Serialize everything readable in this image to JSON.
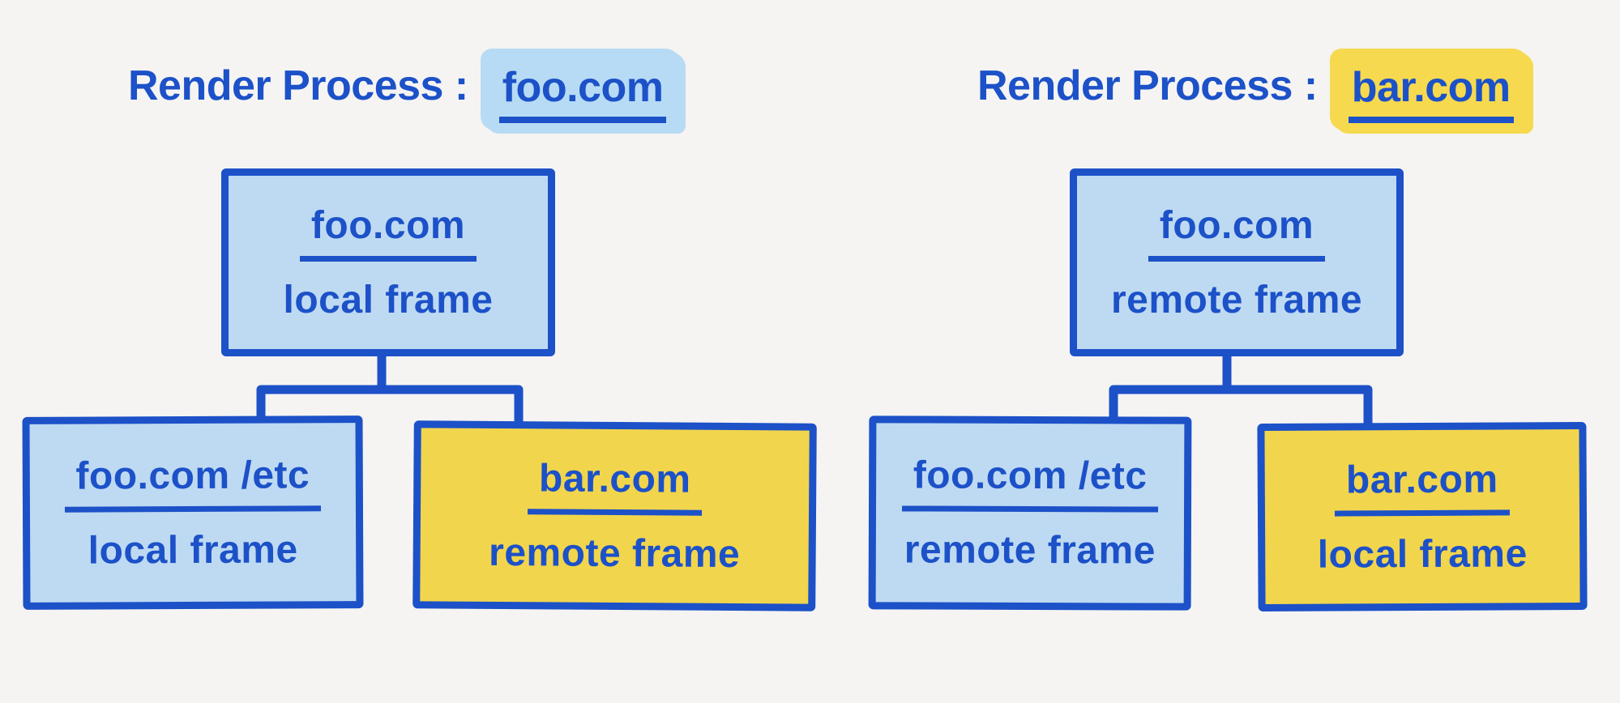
{
  "colors": {
    "ink_blue": "#1c51c8",
    "light_blue_fill": "#bedaf2",
    "yellow_fill": "#f1d54d",
    "highlight_blue": "#b7dbf4",
    "highlight_yellow": "#f6d94e",
    "background": "#f5f4f2"
  },
  "diagrams": [
    {
      "title_prefix": "Render Process :",
      "title_domain": "foo.com",
      "title_highlight_color": "blue",
      "root": {
        "domain": "foo.com",
        "frame_type": "local frame",
        "fill": "light-blue"
      },
      "children": [
        {
          "domain": "foo.com /etc",
          "frame_type": "local frame",
          "fill": "light-blue"
        },
        {
          "domain": "bar.com",
          "frame_type": "remote frame",
          "fill": "yellow"
        }
      ]
    },
    {
      "title_prefix": "Render Process :",
      "title_domain": "bar.com",
      "title_highlight_color": "yellow",
      "root": {
        "domain": "foo.com",
        "frame_type": "remote frame",
        "fill": "light-blue"
      },
      "children": [
        {
          "domain": "foo.com /etc",
          "frame_type": "remote frame",
          "fill": "light-blue"
        },
        {
          "domain": "bar.com",
          "frame_type": "local frame",
          "fill": "yellow"
        }
      ]
    }
  ]
}
